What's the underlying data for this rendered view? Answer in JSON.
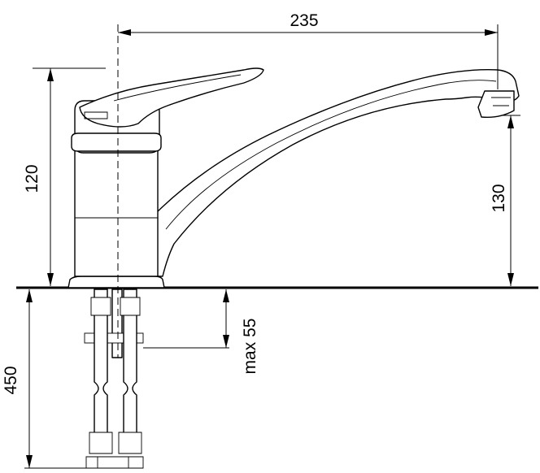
{
  "dimensions": {
    "spout_reach": "235",
    "faucet_height": "120",
    "spout_height": "130",
    "max_thickness": "max 55",
    "hose_length": "450"
  }
}
